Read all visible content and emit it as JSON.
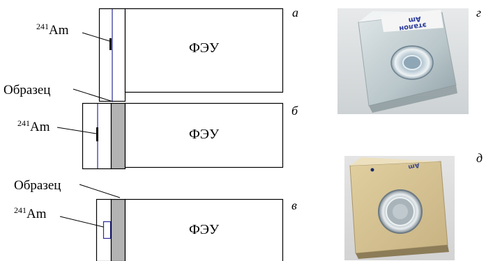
{
  "labels": {
    "source": "Am",
    "isotope_mass": "241",
    "pmt": "ФЭУ",
    "sample": "Образец"
  },
  "panel_letters": [
    "а",
    "б",
    "в",
    "г",
    "д"
  ],
  "photos": [
    {
      "letter": "г",
      "description_text": "Am эталон"
    },
    {
      "letter": "д",
      "description_text": "Am"
    }
  ]
}
